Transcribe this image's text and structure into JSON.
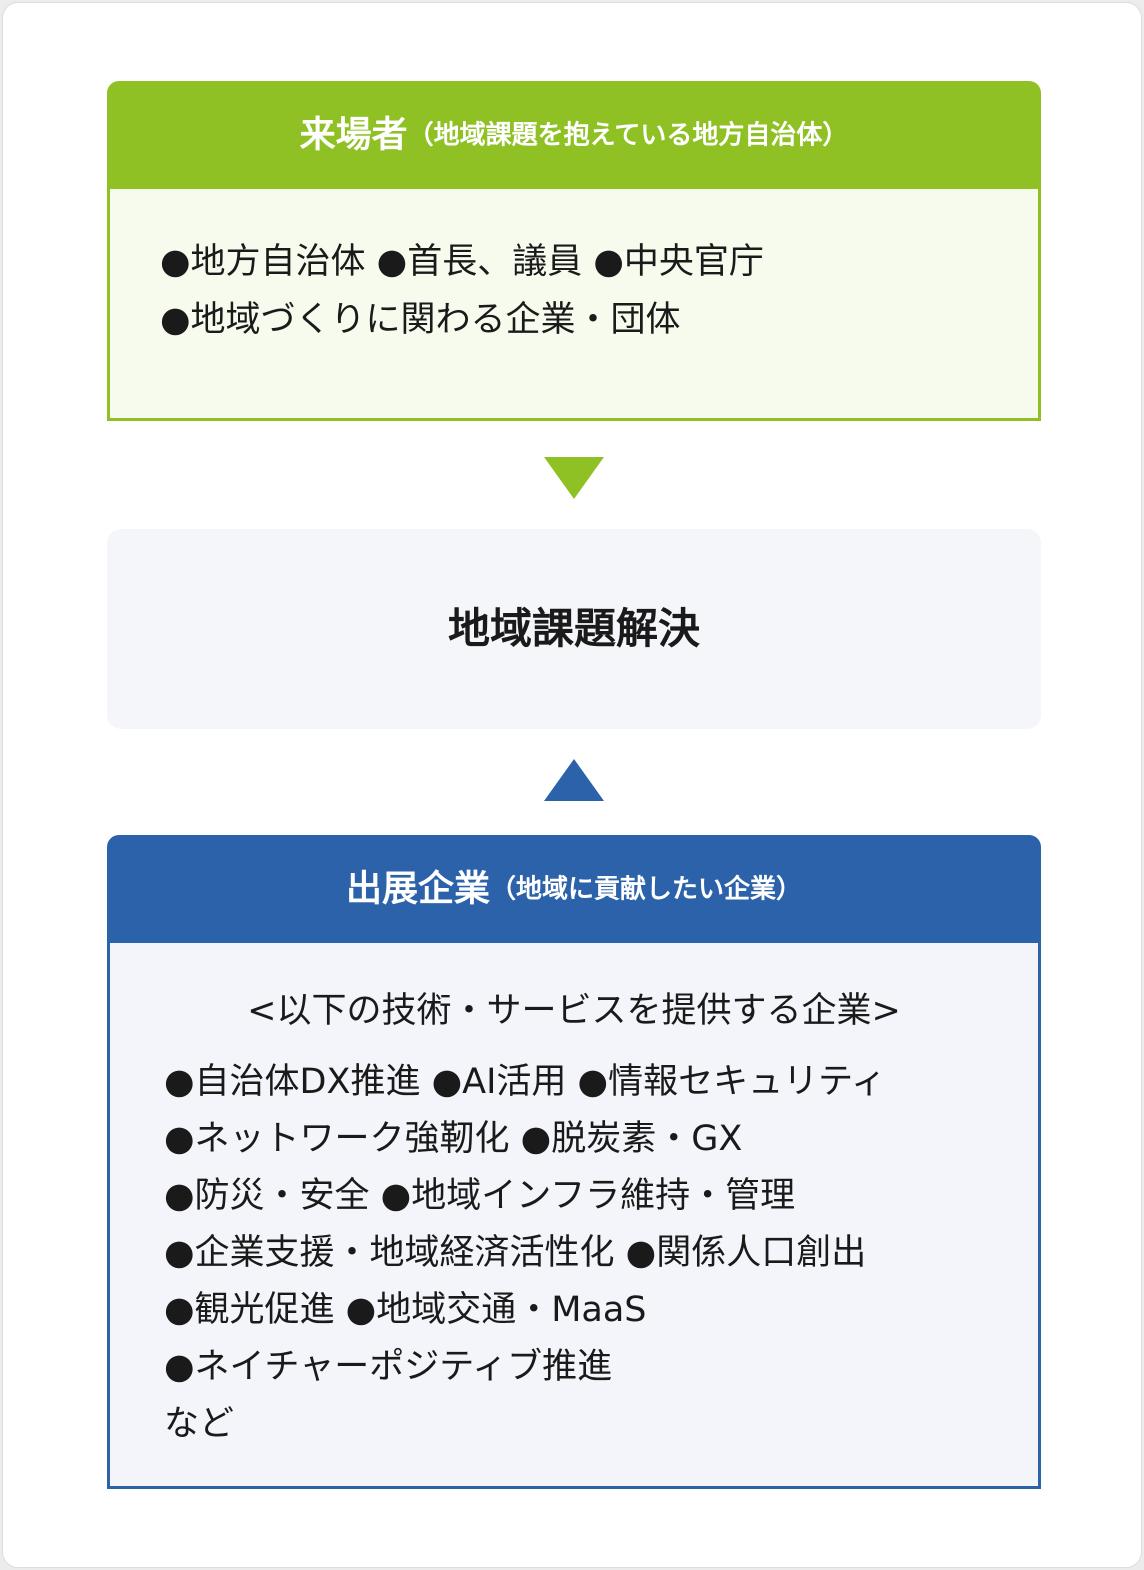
{
  "visitor": {
    "title": "来場者",
    "subtitle": "（地域課題を抱えている地方自治体）",
    "lines": [
      "●地方自治体 ●首長、議員 ●中央官庁",
      "●地域づくりに関わる企業・団体"
    ]
  },
  "goal": {
    "label": "地域課題解決"
  },
  "exhibitor": {
    "title": "出展企業",
    "subtitle": "（地域に貢献したい企業）",
    "intro": "<以下の技術・サービスを提供する企業>",
    "lines": [
      "●自治体DX推進 ●AI活用 ●情報セキュリティ",
      "●ネットワーク強靭化 ●脱炭素・GX",
      "●防災・安全 ●地域インフラ維持・管理",
      "●企業支援・地域経済活性化 ●関係人口創出",
      "●観光促進 ●地域交通・MaaS",
      "●ネイチャーポジティブ推進",
      "など"
    ]
  },
  "colors": {
    "visitor_accent": "#8fc125",
    "exhibitor_accent": "#2b62a9"
  }
}
